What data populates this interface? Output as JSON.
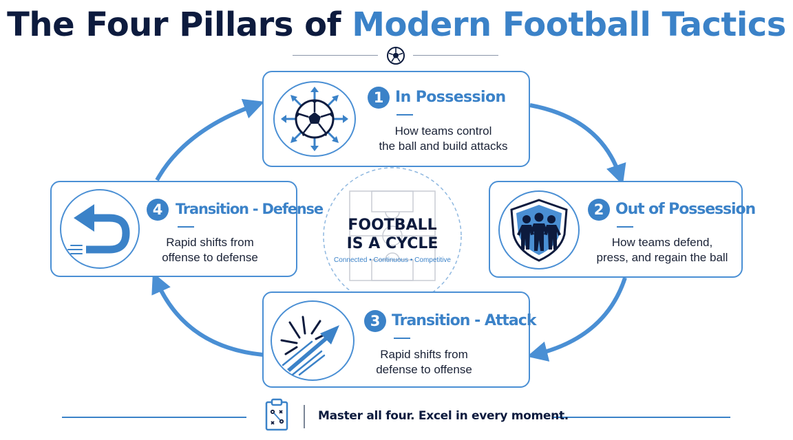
{
  "title": {
    "part1": "The Four Pillars of ",
    "part2": "Modern Football Tactics"
  },
  "colors": {
    "navy": "#0d1b3e",
    "accent": "#3b82c8",
    "border": "#4a8fd4"
  },
  "center": {
    "line1": "FOOTBALL",
    "line2": "IS A CYCLE",
    "tags": [
      "Connected",
      "Continuous",
      "Competitive"
    ],
    "separator": "•",
    "icon": "pitch-outline-icon"
  },
  "pillars": [
    {
      "number": "1",
      "title": "In Possession",
      "desc_line1": "How teams control",
      "desc_line2": "the ball and build attacks",
      "icon": "ball-with-arrows-icon"
    },
    {
      "number": "2",
      "title": "Out of Possession",
      "desc_line1": "How teams defend,",
      "desc_line2": "press, and regain the ball",
      "icon": "shield-players-icon"
    },
    {
      "number": "3",
      "title": "Transition - Attack",
      "desc_line1": "Rapid shifts from",
      "desc_line2": "defense to offense",
      "icon": "burst-arrow-icon"
    },
    {
      "number": "4",
      "title": "Transition - Defense",
      "desc_line1": "Rapid shifts from",
      "desc_line2": "offense to defense",
      "icon": "u-turn-arrow-icon"
    }
  ],
  "footer": {
    "text": "Master all four. Excel in every moment.",
    "icon": "clipboard-tactics-icon"
  }
}
